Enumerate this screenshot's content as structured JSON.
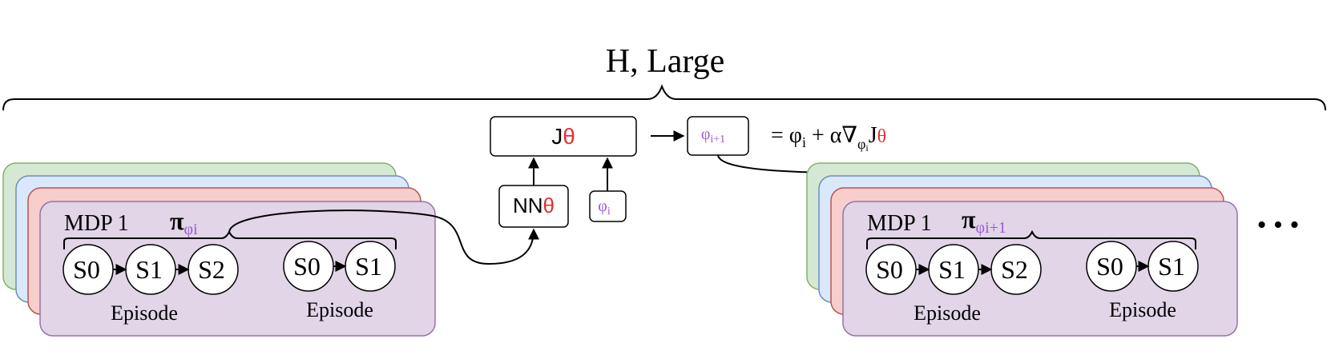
{
  "title": "H, Large",
  "colors": {
    "green": "#d5e8d4",
    "green_stroke": "#82b366",
    "blue": "#dae8fc",
    "blue_stroke": "#6c8ebf",
    "red": "#f8cecc",
    "red_stroke": "#b85450",
    "purple": "#e1d5e7",
    "purple_stroke": "#9673a6",
    "phi": "#9b59d6",
    "theta": "#e0312f"
  },
  "left_group": {
    "mdp_label": "MDP 1",
    "policy_symbol": "π",
    "policy_sub": "φi",
    "episode1_states": [
      "S0",
      "S1",
      "S2"
    ],
    "episode2_states": [
      "S0",
      "S1"
    ],
    "episode_label": "Episode"
  },
  "right_group": {
    "mdp_label": "MDP 1",
    "policy_symbol": "π",
    "policy_sub": "φi+1",
    "episode1_states": [
      "S0",
      "S1",
      "S2"
    ],
    "episode2_states": [
      "S0",
      "S1"
    ],
    "episode_label": "Episode"
  },
  "center": {
    "j_box": {
      "main": "J",
      "sub": "θ"
    },
    "nn_box": {
      "main": "NN",
      "sub": "θ"
    },
    "phi_box": {
      "main": "φ",
      "sub": "i"
    },
    "phi_next_box": {
      "main": "φ",
      "sub": "i+1"
    },
    "update_rule": {
      "eq": "= φ",
      "eq_sub": "i",
      "plus": " + α∇",
      "grad_sub": "φ",
      "grad_sub_sub": "i",
      "j": "J",
      "j_sub": "θ"
    }
  },
  "ellipsis": "• • •"
}
